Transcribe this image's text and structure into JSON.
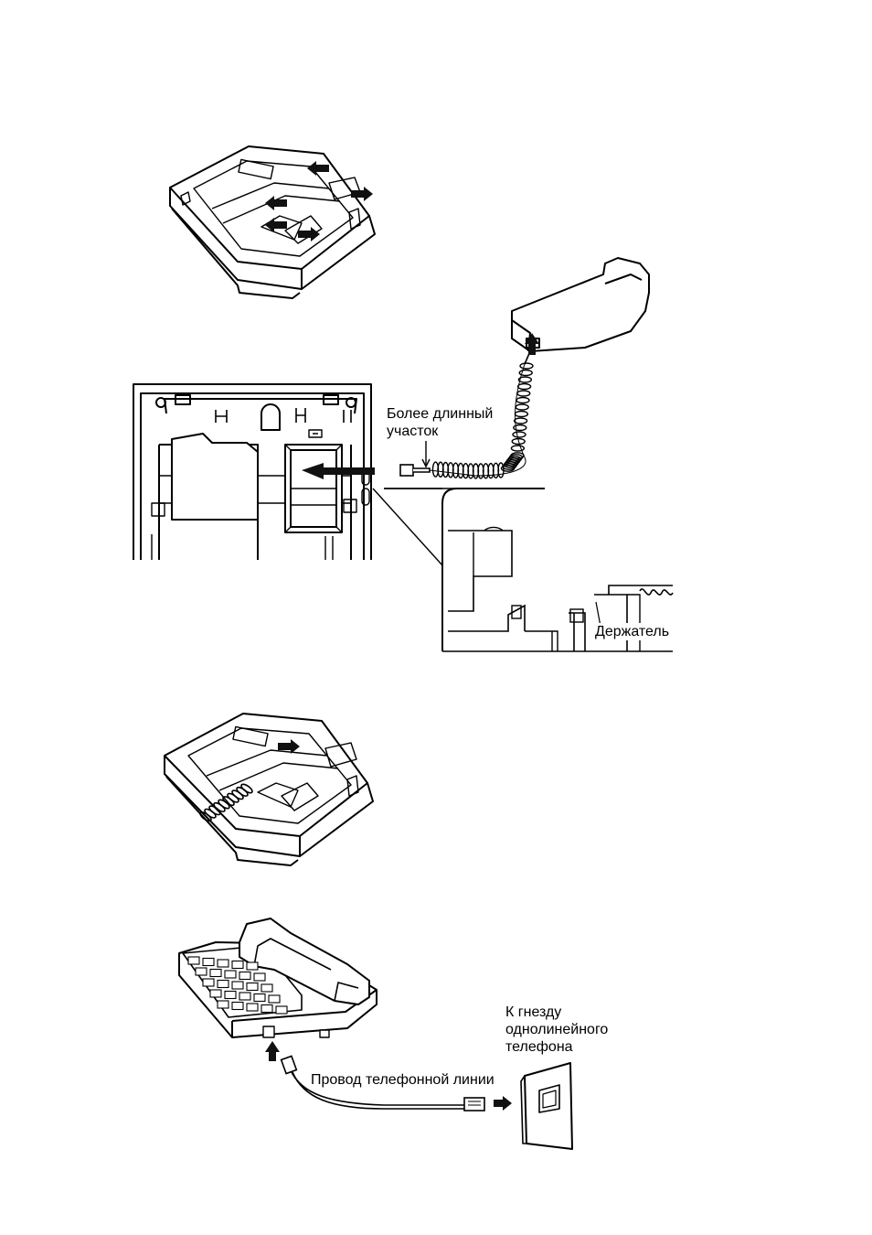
{
  "labels": {
    "longer_section": "Более длинный участок",
    "longer_section_line1": "Более длинный",
    "longer_section_line2": "участок",
    "holder": "Держатель",
    "to_jack": "К гнезду однолинейного телефона",
    "to_jack_line1": "К гнезду",
    "to_jack_line2": "однолинейного",
    "to_jack_line3": "телефона",
    "line_cord": "Провод телефонной линии"
  },
  "icons": {
    "arrow": "arrow-icon",
    "phone": "telephone-icon",
    "handset": "handset-icon",
    "wall_jack": "wall-jack-icon"
  },
  "colors": {
    "ink": "#000000",
    "paper": "#ffffff",
    "arrow_fill": "#111111"
  }
}
